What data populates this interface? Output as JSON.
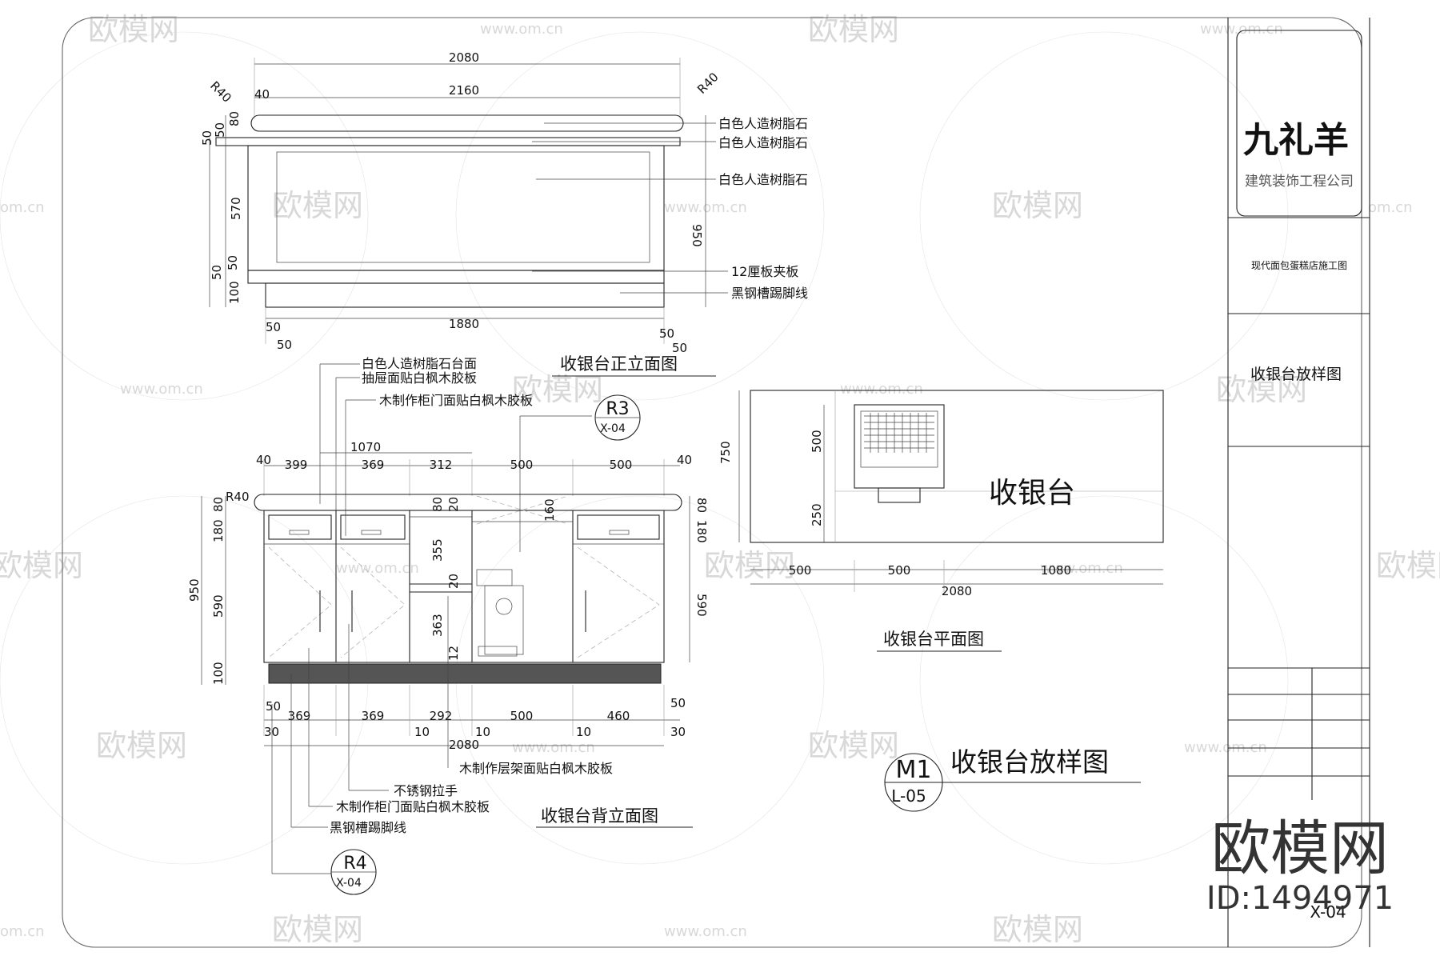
{
  "company": {
    "logo_text": "九礼羊",
    "name": "建筑装饰工程公司",
    "project": "现代面包蛋糕店施工图",
    "sheet_title": "收银台放样图",
    "sheet_no": "X-04"
  },
  "watermark": {
    "brand": "欧模网",
    "url": "www.om.cn",
    "url_short": "om.cn",
    "big": "欧模网",
    "id_text": "ID:1494971"
  },
  "front_elevation": {
    "title": "收银台正立面图",
    "dims": {
      "top_total": "2080",
      "inner_total": "2160",
      "left_edge": "40",
      "radius_left": "R40",
      "radius_right": "R40",
      "h80": "80",
      "h50a": "50",
      "h50b": "50",
      "h570": "570",
      "h50c": "50",
      "h50d": "50",
      "h100": "100",
      "h950": "950",
      "bottom_total": "1880",
      "b50_left": "50",
      "b50_left2": "50",
      "b50_right": "50",
      "b50_right2": "50"
    },
    "labels": [
      "白色人造树脂石",
      "白色人造树脂石",
      "白色人造树脂石",
      "12厘板夹板",
      "黑钢槽踢脚线"
    ]
  },
  "back_elevation": {
    "title": "收银台背立面图",
    "callouts_top": [
      "白色人造树脂石台面",
      "抽屉面贴白枫木胶板",
      "木制作柜门面贴白枫木胶板"
    ],
    "callouts_bottom": [
      "木制作层架面贴白枫木胶板",
      "不锈钢拉手",
      "木制作柜门面贴白枫木胶板",
      "黑钢槽踢脚线"
    ],
    "dims_top": [
      "40",
      "399",
      "369",
      "312",
      "500",
      "500",
      "40"
    ],
    "dim_1070": "1070",
    "radius": "R40",
    "dims_left": [
      "80",
      "180",
      "590",
      "100"
    ],
    "dim_950": "950",
    "dims_right": [
      "80",
      "180",
      "590"
    ],
    "dims_inner": [
      "80",
      "20",
      "355",
      "20",
      "363",
      "12",
      "160"
    ],
    "dims_bottom": [
      "50",
      "369",
      "369",
      "292",
      "500",
      "460",
      "50"
    ],
    "dims_bottom2": [
      "30",
      "10",
      "10",
      "10",
      "30"
    ],
    "dim_total": "2080"
  },
  "plan": {
    "title": "收银台平面图",
    "counter_label": "收银台",
    "dims": {
      "h750": "750",
      "h500": "500",
      "h250": "250",
      "w500a": "500",
      "w500b": "500",
      "w1080": "1080",
      "w2080": "2080"
    }
  },
  "markers": {
    "r3": {
      "id": "R3",
      "ref": "X-04"
    },
    "r4": {
      "id": "R4",
      "ref": "X-04"
    },
    "m1": {
      "id": "M1",
      "ref": "L-05",
      "title": "收银台放样图"
    }
  }
}
